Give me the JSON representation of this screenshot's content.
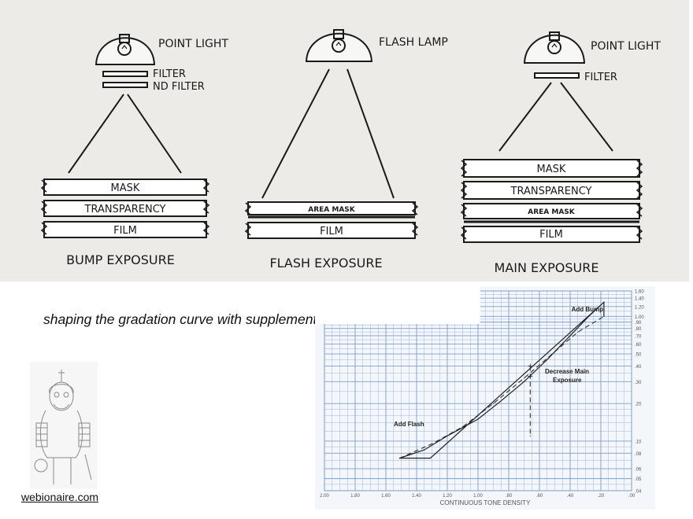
{
  "diagram": {
    "bump": {
      "source_label": "POINT LIGHT",
      "filter_label": "FILTER",
      "nd_filter_label": "ND FILTER",
      "layers": [
        "MASK",
        "TRANSPARENCY",
        "FILM"
      ],
      "caption": "BUMP EXPOSURE"
    },
    "flash": {
      "source_label": "FLASH LAMP",
      "layers": [
        "AREA MASK",
        "FILM"
      ],
      "caption": "FLASH EXPOSURE"
    },
    "main": {
      "source_label": "POINT LIGHT",
      "filter_label": "FILTER",
      "layers": [
        "MASK",
        "TRANSPARENCY",
        "AREA MASK",
        "FILM"
      ],
      "caption": "MAIN EXPOSURE"
    }
  },
  "caption_text": "shaping the gradation curve with supplementary exposures",
  "site_link": "webionaire.com",
  "colors": {
    "panel_bg": "#ecebe8",
    "grid": "#7f9ec4",
    "chart_bg": "#f3f6fb",
    "ink": "#1a1a1a"
  },
  "chart_data": {
    "type": "line",
    "xlabel": "CONTINUOUS TONE DENSITY",
    "x_ticks": [
      "2.00",
      "1.80",
      "1.60",
      "1.40",
      "1.20",
      "1.00",
      ".80",
      ".60",
      ".40",
      ".20",
      ".00"
    ],
    "y_ticks": [
      "1.60",
      "1.40",
      "1.20",
      "1.00",
      ".90",
      ".80",
      ".70",
      ".60",
      ".50",
      ".40",
      ".30",
      ".20",
      ".10",
      ".08",
      ".06",
      ".05",
      ".04"
    ],
    "xlim": [
      2.0,
      0.0
    ],
    "ylim": [
      0.04,
      1.6
    ],
    "log_y": true,
    "grid": true,
    "series": [
      {
        "style": "solid",
        "x": [
          1.51,
          1.35,
          1.2,
          1.0,
          0.85,
          0.7,
          0.55,
          0.4,
          0.28,
          0.18,
          0.18,
          0.18,
          1.31,
          1.51
        ],
        "y": [
          0.073,
          0.085,
          0.11,
          0.15,
          0.21,
          0.3,
          0.45,
          0.7,
          1.0,
          1.3,
          1.0,
          1.3,
          0.073,
          0.073
        ]
      },
      {
        "style": "dashed",
        "x": [
          1.51,
          1.3,
          1.1,
          0.9,
          0.7,
          0.5,
          0.35,
          0.18
        ],
        "y": [
          0.073,
          0.095,
          0.13,
          0.2,
          0.32,
          0.52,
          0.75,
          1.0
        ]
      },
      {
        "style": "dashed",
        "x": [
          0.66,
          0.66
        ],
        "y": [
          0.4,
          0.11
        ]
      }
    ],
    "annotations": [
      "Add Bump",
      "Decrease Main Exposure",
      "Add Flash"
    ]
  }
}
